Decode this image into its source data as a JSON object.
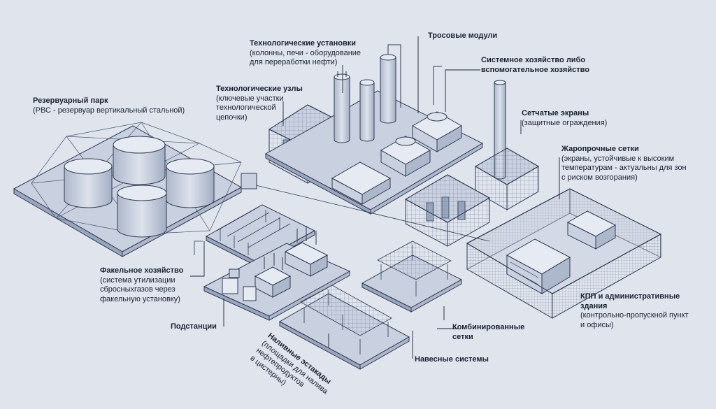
{
  "labels": {
    "tech_installations": {
      "title": "Технологические установки",
      "sub": "(колонны, печи - оборудование\nдля переработки нефти)"
    },
    "cable_modules": {
      "title": "Тросовые модули"
    },
    "aux_system": {
      "title": "Системное хозяйство либо\nвспомогательное хозяйство"
    },
    "tank_park": {
      "title": "Резервуарный парк",
      "sub": "(РВС - резервуар вертикальный стальной)"
    },
    "tech_nodes": {
      "title": "Технологические узлы",
      "sub": "(ключевые участки\nтехнологической\nцепочки)"
    },
    "mesh_screens": {
      "title": "Сетчатые экраны",
      "sub": "(защитные ограждения)"
    },
    "heat_nets": {
      "title": "Жаропрочные сетки",
      "sub": "(экраны, устойчивые к высоким\nтемпературам - актуальны для зон\nс риском возгорания)"
    },
    "flare": {
      "title": "Факельное хозяйство",
      "sub": "(система утилизации\nсбросныхгазов через\nфакельную установку)"
    },
    "checkpoint": {
      "title": "КПП и административные\nздания",
      "sub": "(контрольно-пропускной пункт\nи офисы)"
    },
    "substations": {
      "title": "Подстанции"
    },
    "combined": {
      "title": "Комбинированные\nсетки"
    },
    "loading": {
      "title": "Наливные эстакады",
      "sub": "(площадки для налива\nнефтепродуктов\nв цистерны)"
    },
    "hanging": {
      "title": "Навесные системы"
    }
  },
  "colors": {
    "background": "#dfe4ed",
    "line": "#2f3a52",
    "fill_light": "#eef1f6",
    "fill_mid": "#c9d1e0",
    "fill_dark": "#9aa6bd",
    "text": "#1b2230"
  }
}
